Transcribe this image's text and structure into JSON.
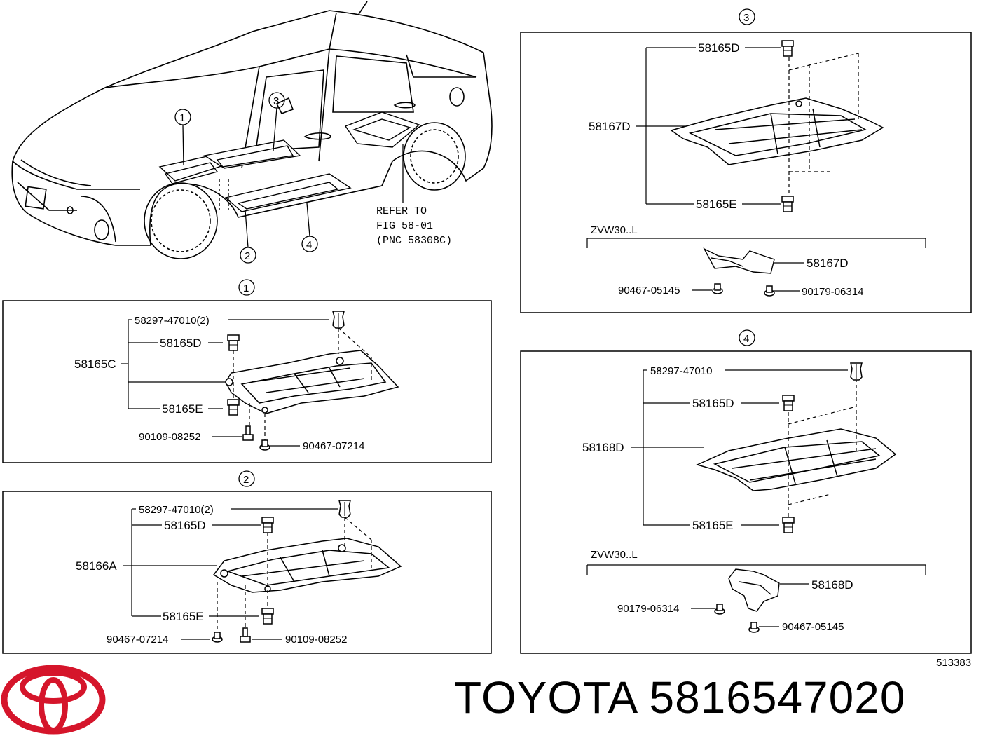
{
  "overview": {
    "callouts": [
      "1",
      "2",
      "3",
      "4"
    ],
    "refer_lines": [
      "REFER TO",
      "FIG 58-01",
      "(PNC 58308C)"
    ]
  },
  "panel_1": {
    "badge": "1",
    "assembly": "58165C",
    "parts": {
      "grommet": "58297-47010(2)",
      "clip_top": "58165D",
      "clip_bottom": "58165E",
      "bolt": "90109-08252",
      "clip_small": "90467-07214"
    }
  },
  "panel_2": {
    "badge": "2",
    "assembly": "58166A",
    "parts": {
      "grommet": "58297-47010(2)",
      "clip_top": "58165D",
      "clip_bottom": "58165E",
      "clip_small": "90467-07214",
      "bolt": "90109-08252"
    }
  },
  "panel_3": {
    "badge": "3",
    "assembly": "58167D",
    "parts": {
      "clip_top": "58165D",
      "clip_bottom": "58165E"
    },
    "variant": {
      "model": "ZVW30..L",
      "part": "58167D",
      "clip_left": "90467-05145",
      "clip_right": "90179-06314"
    }
  },
  "panel_4": {
    "badge": "4",
    "assembly": "58168D",
    "parts": {
      "grommet": "58297-47010",
      "clip_top": "58165D",
      "clip_bottom": "58165E"
    },
    "variant": {
      "model": "ZVW30..L",
      "part": "58168D",
      "clip_left": "90179-06314",
      "clip_right": "90467-05145"
    }
  },
  "footer": {
    "diagram_id": "513383",
    "brand": "TOYOTA",
    "part_number": "5816547020",
    "logo_color": "#d5152b"
  }
}
